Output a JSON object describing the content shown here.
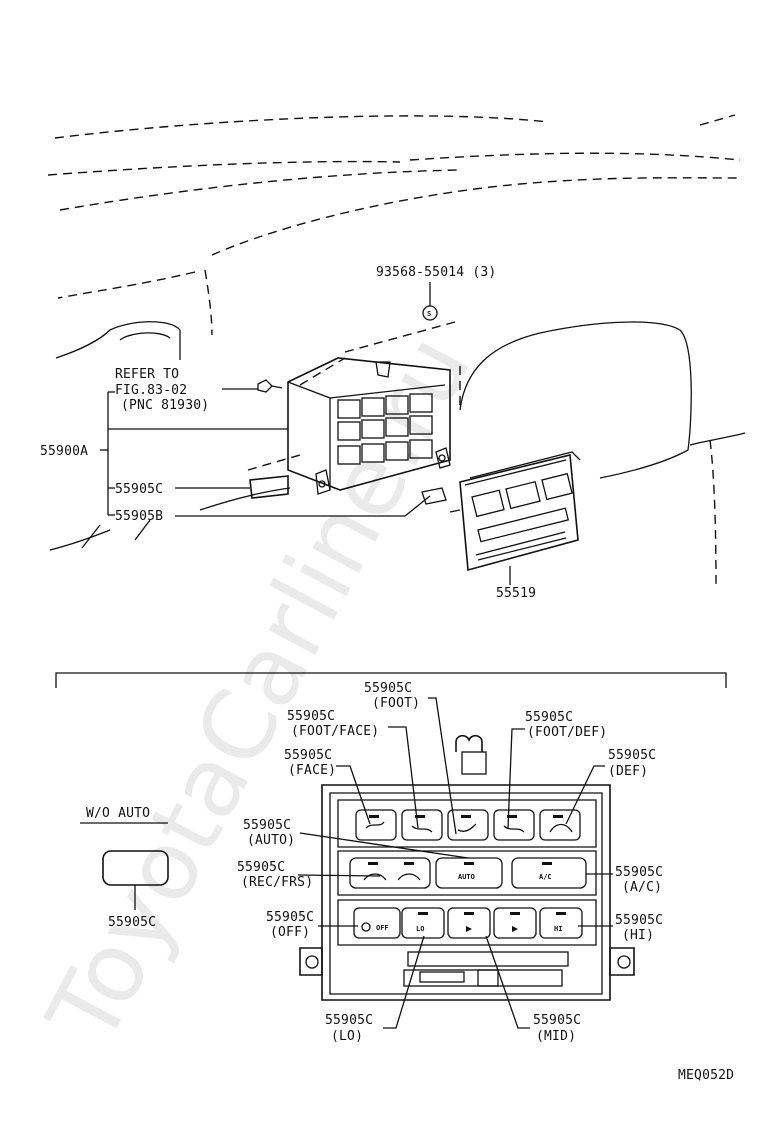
{
  "watermark": "ToyotaCarline.ru",
  "diagram_code": "MEQ052D",
  "upper": {
    "bolt_part": "93568-55014 (3)",
    "refer_to": [
      "REFER TO",
      "FIG.83-02",
      "(PNC 81930)"
    ],
    "bolt_marker": "S",
    "assembly_part": "55900A",
    "knob_part": "55905C",
    "knob_b_part": "55905B",
    "panel_part": "55519"
  },
  "lower": {
    "w_o_auto": "W/O AUTO",
    "w_o_auto_part": "55905C",
    "callouts": {
      "foot": [
        "55905C",
        "(FOOT)"
      ],
      "foot_face": [
        "55905C",
        "(FOOT/FACE)"
      ],
      "foot_def": [
        "55905C",
        "(FOOT/DEF)"
      ],
      "face": [
        "55905C",
        "(FACE)"
      ],
      "def": [
        "55905C",
        "(DEF)"
      ],
      "auto": [
        "55905C",
        "(AUTO)"
      ],
      "rec_frs": [
        "55905C",
        "(REC/FRS)"
      ],
      "ac": [
        "55905C",
        "(A/C)"
      ],
      "off": [
        "55905C",
        "(OFF)"
      ],
      "hi": [
        "55905C",
        "(HI)"
      ],
      "lo": [
        "55905C",
        "(LO)"
      ],
      "mid": [
        "55905C",
        "(MID)"
      ]
    },
    "button_text": {
      "auto": "AUTO",
      "ac": "A/C",
      "off": "OFF",
      "lo": "LO",
      "hi": "HI"
    }
  }
}
